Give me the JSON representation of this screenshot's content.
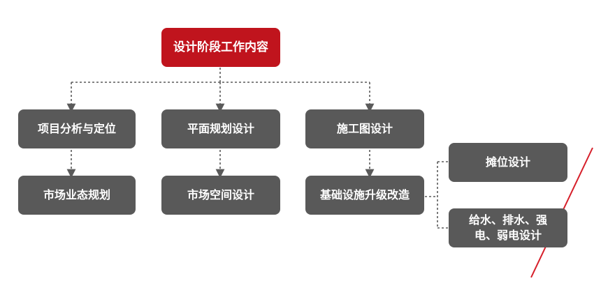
{
  "root": {
    "label": "设计阶段工作内容",
    "color": "#c0141d"
  },
  "columns": [
    {
      "stage": "项目分析与定位",
      "detail": "市场业态规划"
    },
    {
      "stage": "平面规划设计",
      "detail": "市场空间设计"
    },
    {
      "stage": "施工图设计",
      "detail": "基础设施升级改造"
    }
  ],
  "sub_items": [
    {
      "label": "摊位设计"
    },
    {
      "label": "给水、排水、强电、弱电设计"
    }
  ],
  "colors": {
    "node_fill": "#595959",
    "connector": "#5a5a5a",
    "accent_line": "#d61f2a",
    "text": "#ffffff"
  }
}
